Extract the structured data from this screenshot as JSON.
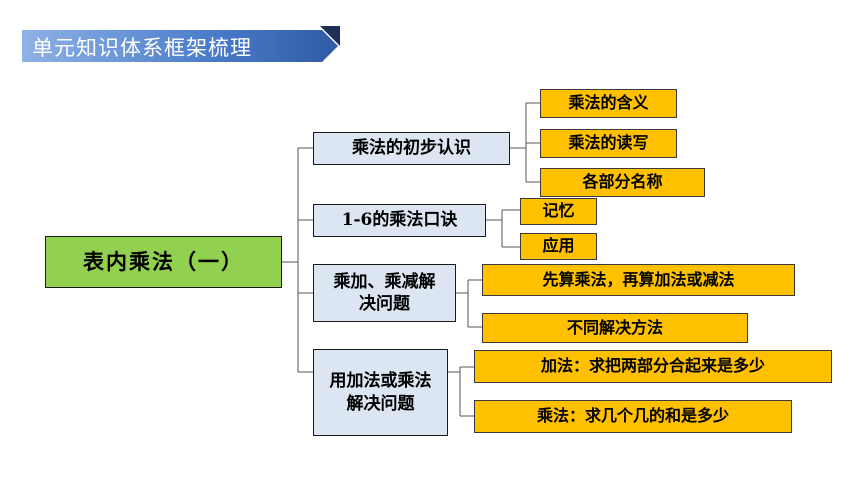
{
  "header": {
    "title": "单元知识体系框架梳理"
  },
  "colors": {
    "banner": "#4472c4",
    "root": "#92d050",
    "branch": "#dce6f2",
    "leaf": "#ffc000"
  },
  "root": {
    "label": "表内乘法（一）"
  },
  "branches": [
    {
      "label": "乘法的初步认识",
      "children": [
        "乘法的含义",
        "乘法的读写",
        "各部分名称"
      ]
    },
    {
      "label": "1-6的乘法口诀",
      "children": [
        "记忆",
        "应用"
      ]
    },
    {
      "label": "乘加、乘减解决问题",
      "children": [
        "先算乘法，再算加法或减法",
        "不同解决方法"
      ]
    },
    {
      "label": "用加法或乘法解决问题",
      "children": [
        "加法：求把两部分合起来是多少",
        "乘法：求几个几的和是多少"
      ]
    }
  ]
}
